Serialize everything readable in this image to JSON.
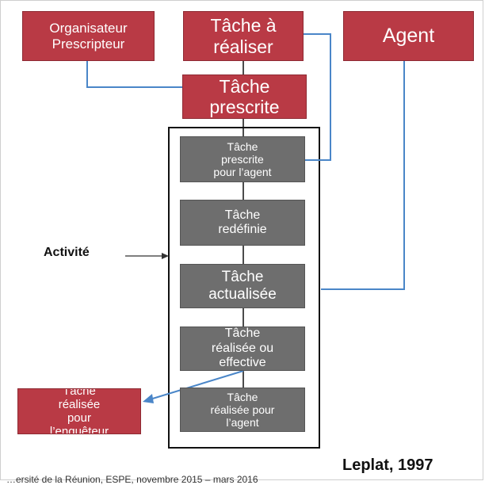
{
  "boxes": {
    "organisateur": "Organisateur\nPrescripteur",
    "tache_a_realiser": "Tâche à\nréaliser",
    "agent": "Agent",
    "tache_prescrite": "Tâche\nprescrite",
    "prescrite_agent": "Tâche\nprescrite\npour l’agent",
    "redefinie": "Tâche\nredéfinie",
    "actualisee": "Tâche\nactualisée",
    "realisee_effective": "Tâche\nréalisée ou\neffective",
    "realisee_agent": "Tâche\nréalisée pour\nl’agent",
    "realisee_enqueteur": "Tâche\nréalisée\npour\nl’enquêteur"
  },
  "labels": {
    "activite": "Activité",
    "citation": "Leplat, 1997",
    "footer": "…ersité de la Réunion, ESPE, novembre 2015 – mars 2016"
  },
  "colors": {
    "red_box": "#b93a45",
    "grey_box": "#6e6e6e",
    "blue_connector": "#4a86c8",
    "black_line": "#111111"
  }
}
